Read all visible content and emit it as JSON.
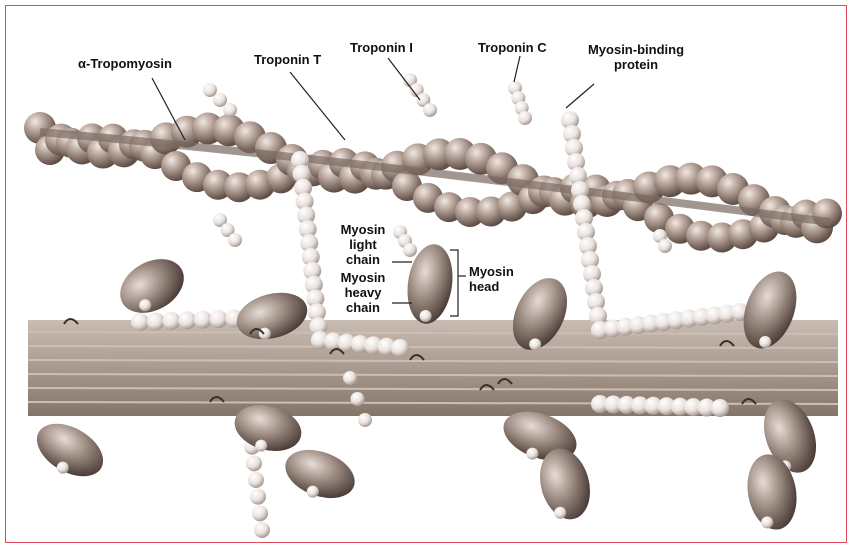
{
  "labels": {
    "alpha_tropomyosin": "α-Tropomyosin",
    "troponin_t": "Troponin T",
    "troponin_i": "Troponin I",
    "troponin_c": "Troponin C",
    "myosin_binding_protein": [
      "Myosin-binding",
      "protein"
    ],
    "myosin_light_chain": [
      "Myosin",
      "light",
      "chain"
    ],
    "myosin_heavy_chain": [
      "Myosin",
      "heavy",
      "chain"
    ],
    "myosin_head": [
      "Myosin",
      "head"
    ]
  },
  "colors": {
    "frame_border": "#e04a5a",
    "bead_light": "#f3eeea",
    "bead_mid": "#b9aba3",
    "bead_dark": "#6e5d55",
    "thick_filament": "#a39488",
    "thick_filament_stripe": "#cbbfb5"
  }
}
